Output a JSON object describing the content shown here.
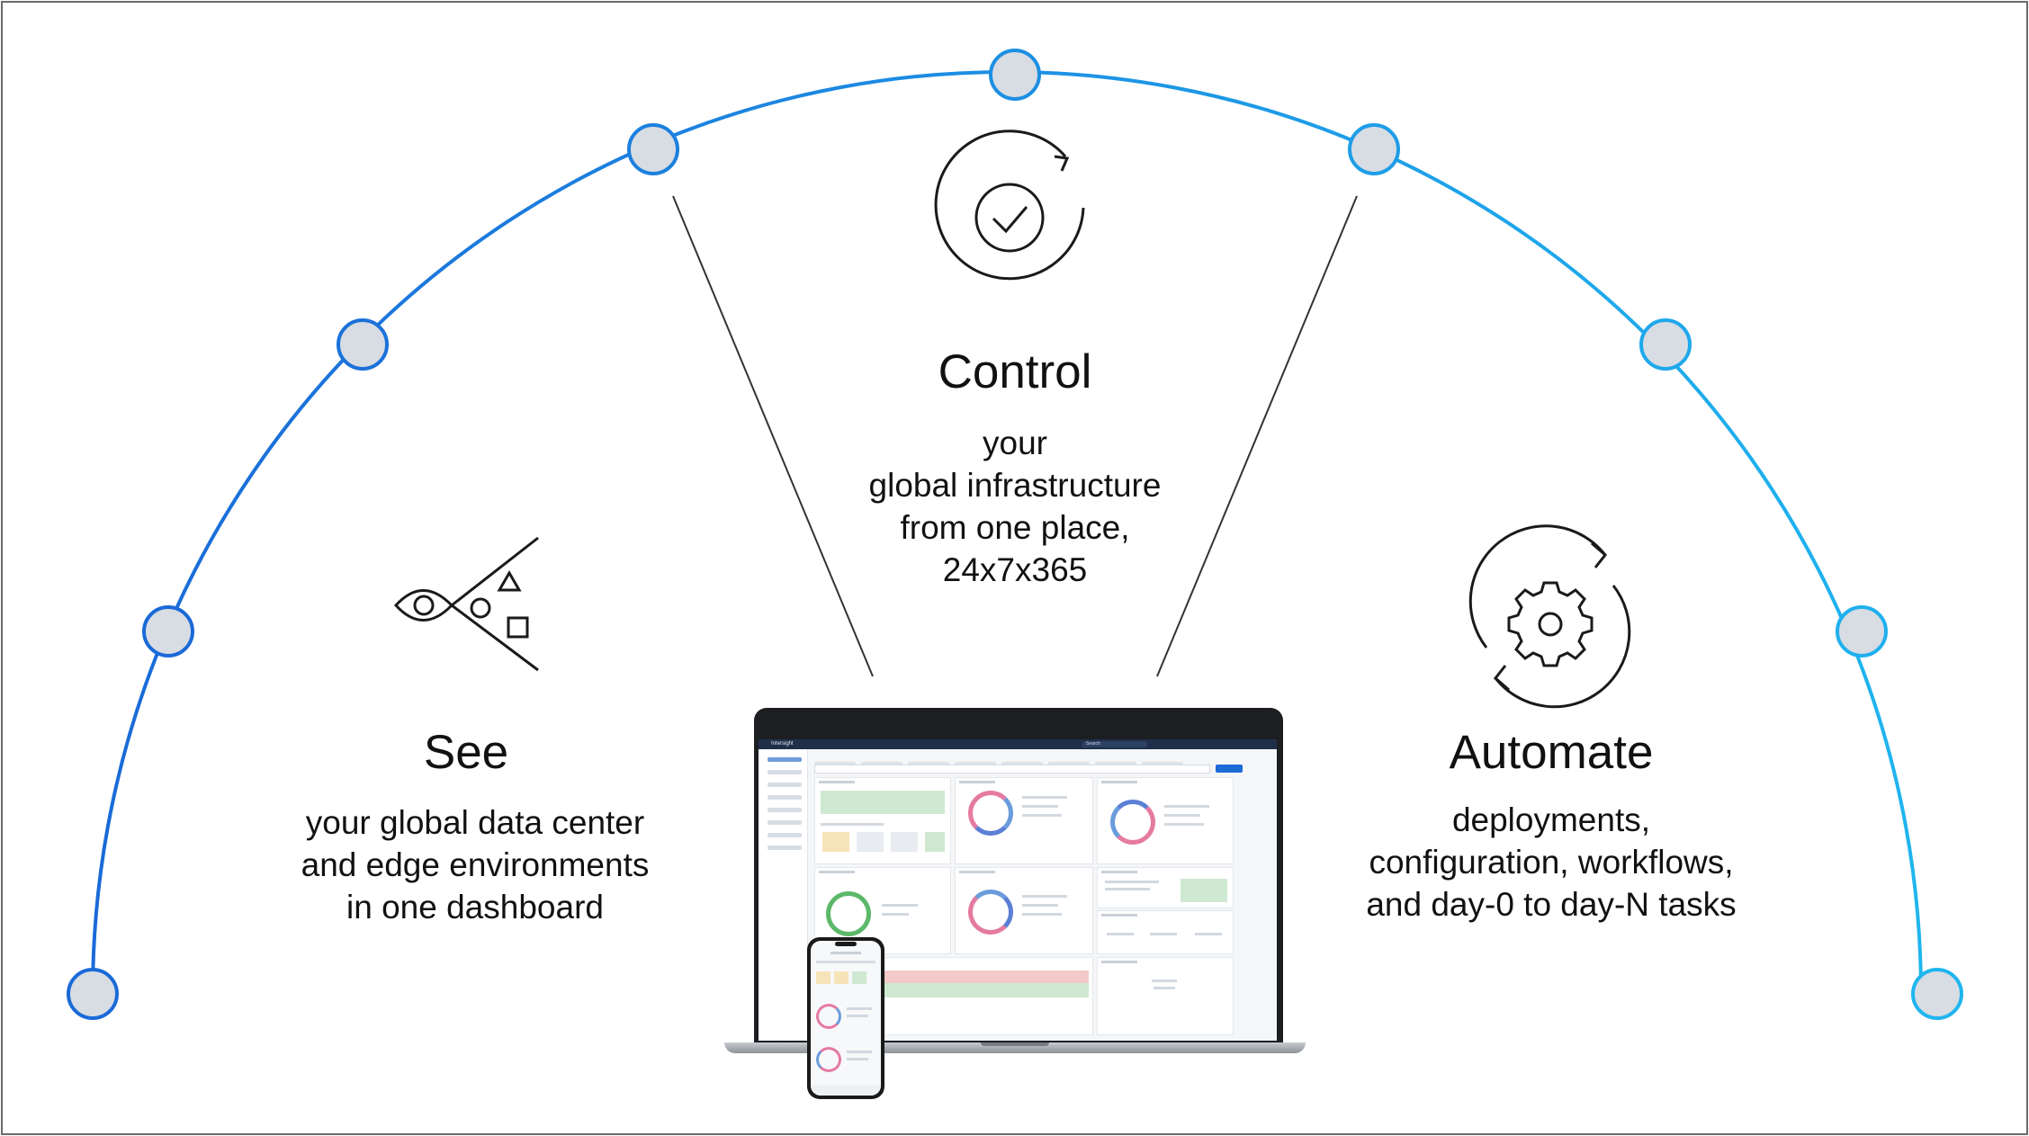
{
  "pillars": {
    "see": {
      "title": "See",
      "lines": [
        "your global data center",
        "and edge environments",
        "in one dashboard"
      ]
    },
    "control": {
      "title": "Control",
      "lines": [
        "your",
        "global infrastructure",
        "from one place,",
        "24x7x365"
      ]
    },
    "automate": {
      "title": "Automate",
      "lines": [
        "deployments,",
        "configuration, workflows,",
        "and day-0 to day-N tasks"
      ]
    }
  },
  "dashboard": {
    "app_name": "Intersight",
    "search_placeholder": "Search"
  },
  "colors": {
    "arc_start": "#1a6ad8",
    "arc_end": "#1fb5ef",
    "node_fill": "#d8dce3",
    "line": "#333333"
  },
  "icons": [
    "eye-shapes-icon",
    "check-cycle-icon",
    "gear-cycle-icon",
    "laptop-image",
    "phone-image"
  ]
}
